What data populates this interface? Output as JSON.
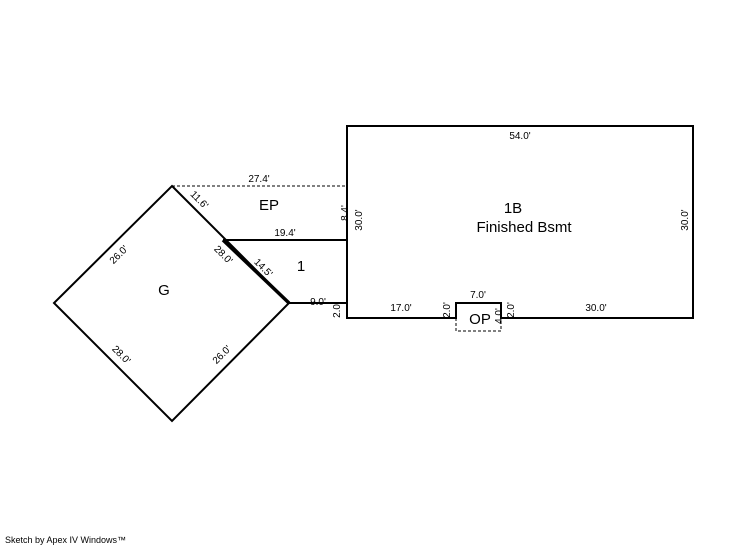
{
  "areas": {
    "main": {
      "code": "1B",
      "name": "Finished Bsmt"
    },
    "ep": "EP",
    "one": "1",
    "garage": "G",
    "op": "OP"
  },
  "dimensions": {
    "top": "54.0'",
    "left_main": "30.0'",
    "right_main": "30.0'",
    "bottom_left": "17.0'",
    "bottom_right": "30.0'",
    "op_top": "7.0'",
    "op_left": "2.0'",
    "op_right": "2.0'",
    "op_depth": "4.0'",
    "ep_top": "27.4'",
    "ep_side": "8.4'",
    "ep_diag": "11.6'",
    "one_top": "19.4'",
    "one_diag": "14.5'",
    "one_bottom": "9.0'",
    "one_side": "2.0'",
    "g_top_left": "26.0'",
    "g_top_right": "28.0'",
    "g_bottom_left": "28.0'",
    "g_bottom_right": "26.0'"
  },
  "footer": "Sketch by Apex IV Windows™"
}
